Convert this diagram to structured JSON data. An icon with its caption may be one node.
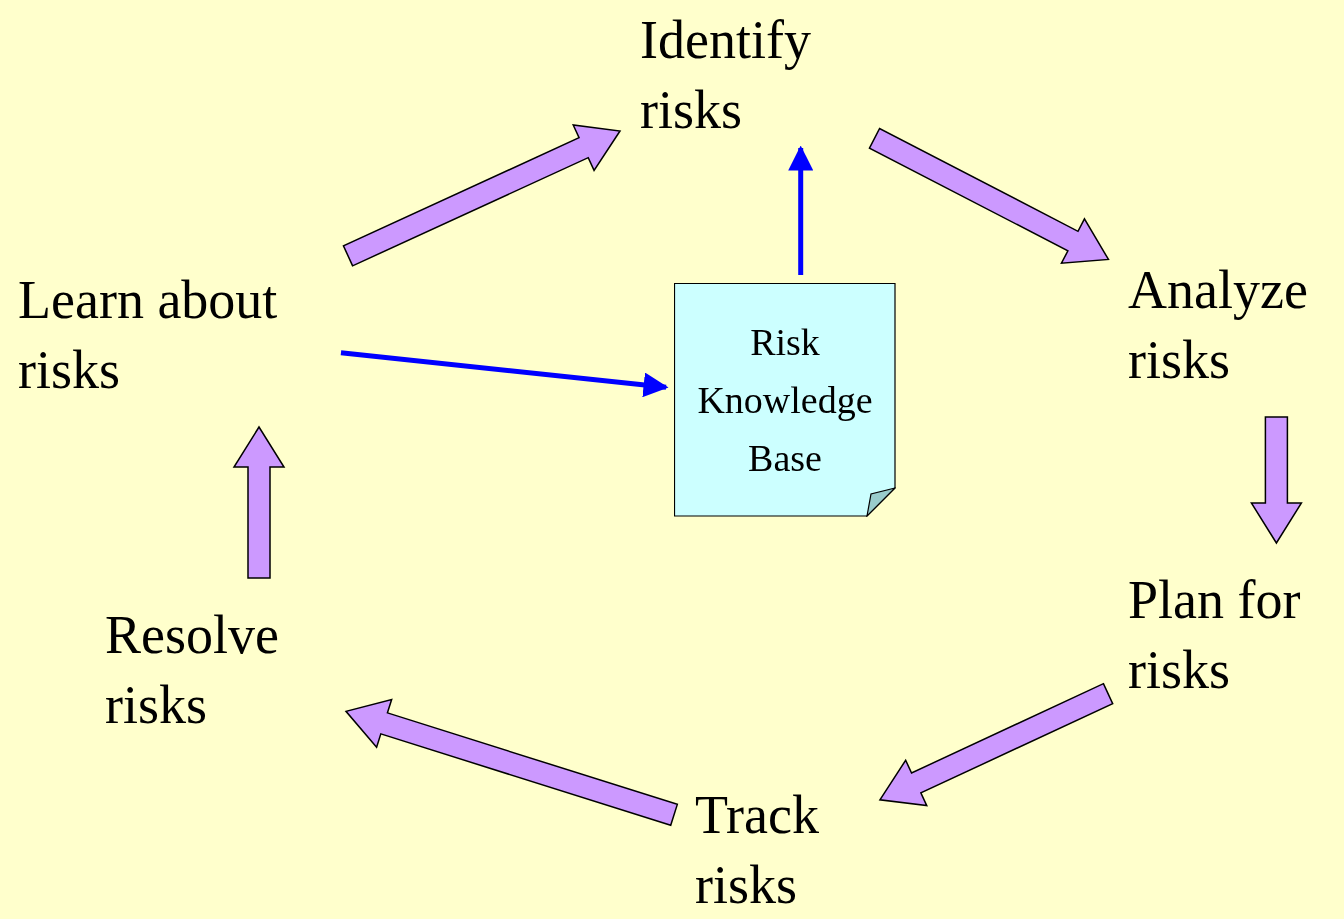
{
  "diagram": {
    "nodes": [
      {
        "text": [
          "Identify risks"
        ]
      },
      {
        "text": [
          "Analyze risks"
        ]
      },
      {
        "text": [
          "Plan for risks"
        ]
      },
      {
        "text": [
          "Track risks"
        ]
      },
      {
        "text": [
          "Resolve risks"
        ]
      },
      {
        "text": [
          "Learn about risks"
        ]
      },
      {
        "text": [
          "Risk Knowledge Base"
        ]
      }
    ],
    "edges": [
      {
        "from": 5,
        "to": 0,
        "arrow": "to"
      },
      {
        "from": 0,
        "to": 1,
        "arrow": "to"
      },
      {
        "from": 1,
        "to": 2,
        "arrow": "to"
      },
      {
        "from": 2,
        "to": 3,
        "arrow": "to"
      },
      {
        "from": 3,
        "to": 4,
        "arrow": "to"
      },
      {
        "from": 4,
        "to": 5,
        "arrow": "to"
      },
      {
        "from": 5,
        "to": 6,
        "arrow": "to",
        "color": "#0000ff"
      },
      {
        "from": 6,
        "to": 0,
        "arrow": "to",
        "color": "#0000ff"
      }
    ]
  }
}
